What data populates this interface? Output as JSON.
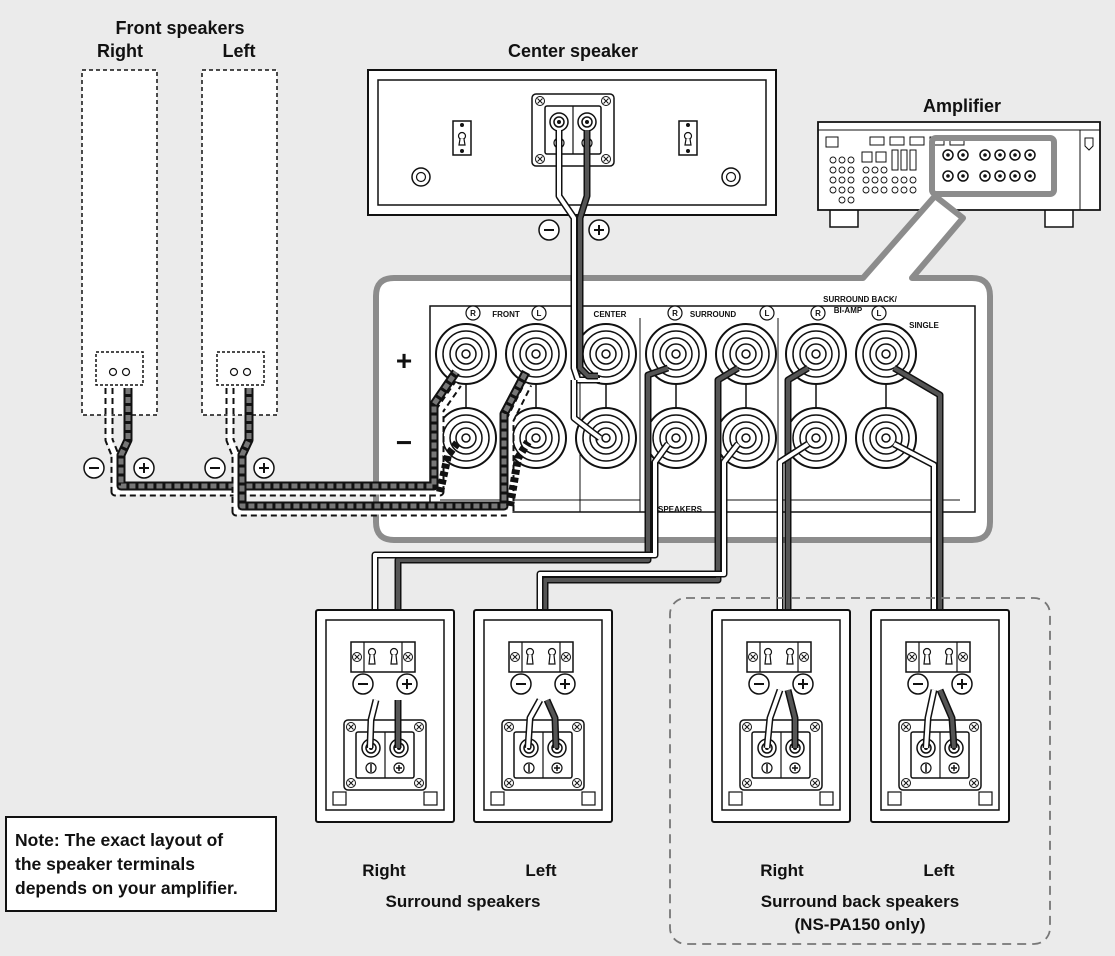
{
  "labels": {
    "front_speakers": "Front speakers",
    "front_right": "Right",
    "front_left": "Left",
    "center_speaker": "Center speaker",
    "amplifier": "Amplifier",
    "plus_sign": "+",
    "minus_sign": "−",
    "front": "FRONT",
    "center": "CENTER",
    "surround": "SURROUND",
    "surround_back": "SURROUND BACK/",
    "bi_amp": "BI-AMP",
    "single": "SINGLE",
    "speakers": "SPEAKERS",
    "ch_r": "R",
    "ch_l": "L",
    "pol_minus": "−",
    "pol_plus": "+",
    "surround_right": "Right",
    "surround_left": "Left",
    "surround_speakers": "Surround speakers",
    "surround_back_right": "Right",
    "surround_back_left": "Left",
    "surround_back_speakers": "Surround back speakers",
    "surround_back_model": "(NS-PA150 only)"
  },
  "note": {
    "line1": "Note: The exact layout of",
    "line2": "the speaker terminals",
    "line3": "depends on your amplifier."
  },
  "colors": {
    "background": "#ebebeb",
    "line": "#111111",
    "cable_dark": "#555555",
    "panel_border": "#8c8c8c"
  }
}
